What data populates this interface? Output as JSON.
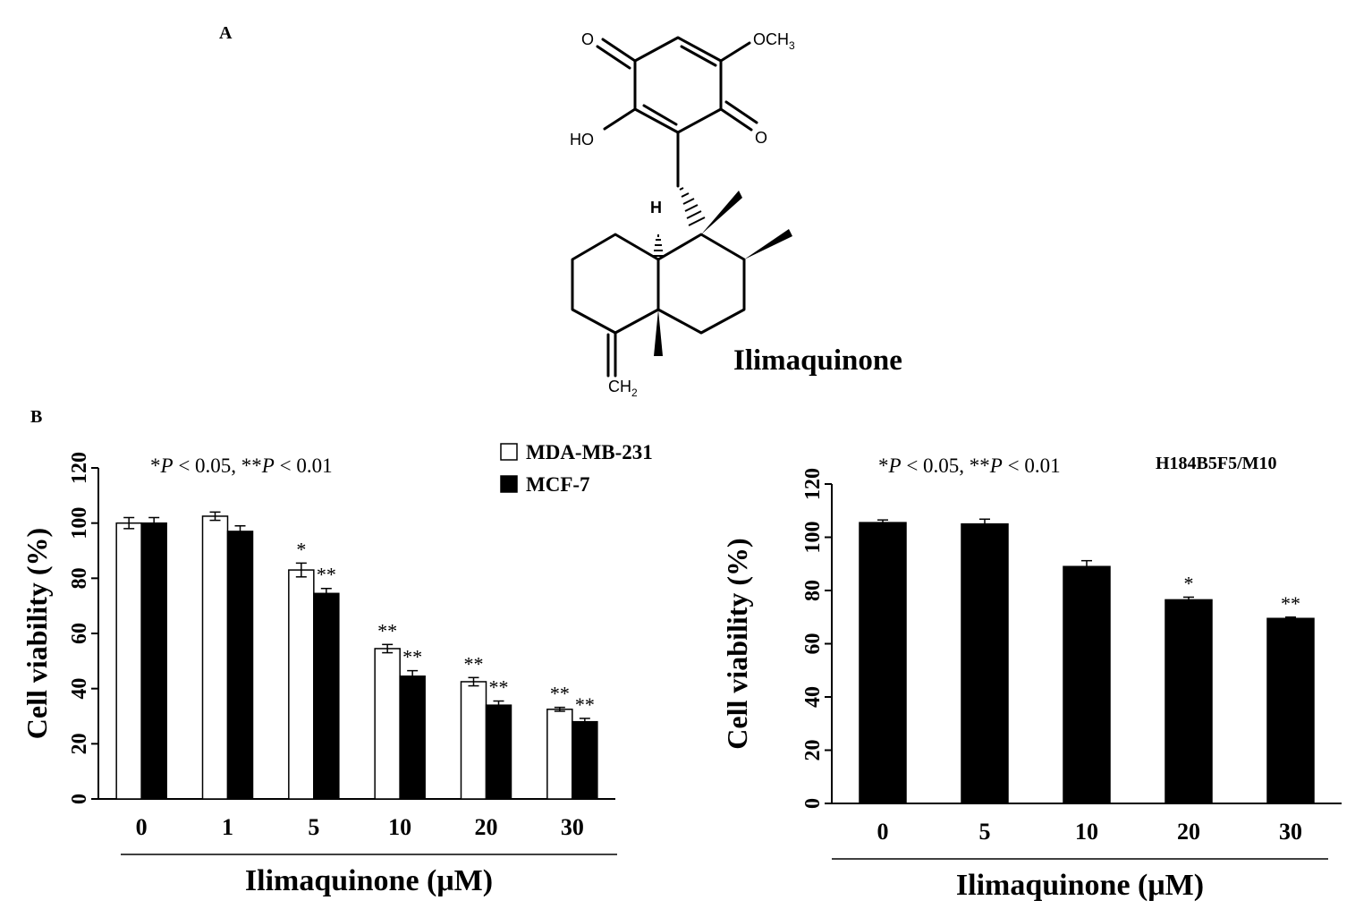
{
  "panels": {
    "a": "A",
    "b": "B"
  },
  "molecule": {
    "name": "Ilimaquinone",
    "atoms": {
      "o_top": "O",
      "och3": "OCH",
      "och3_sub": "3",
      "ho": "HO",
      "o_right": "O",
      "h": "H",
      "ch2": "CH",
      "ch2_sub": "2"
    }
  },
  "colors": {
    "bar_black": "#000000",
    "bar_white": "#ffffff",
    "axis": "#000000"
  },
  "chart_data": [
    {
      "type": "bar",
      "annotation": "*P < 0.05, **P < 0.01",
      "annotation_parts": [
        "*",
        "P",
        " < 0.05, **",
        "P",
        " < 0.01"
      ],
      "xlabel": "Ilimaquinone (μM)",
      "ylabel": "Cell viability (%)",
      "ylim": [
        0,
        120
      ],
      "yticks": [
        0,
        20,
        40,
        60,
        80,
        100,
        120
      ],
      "categories": [
        "0",
        "1",
        "5",
        "10",
        "20",
        "30"
      ],
      "series": [
        {
          "name": "MDA-MB-231",
          "fill": "white",
          "values": [
            100,
            102.5,
            83,
            54.5,
            42.5,
            32.5
          ],
          "errors": [
            2,
            1.5,
            2.5,
            1.5,
            1.5,
            0.7
          ],
          "significance": [
            "",
            "",
            "*",
            "**",
            "**",
            "**"
          ]
        },
        {
          "name": "MCF-7",
          "fill": "black",
          "values": [
            100,
            97,
            74.5,
            44.5,
            34,
            28
          ],
          "errors": [
            2,
            2,
            1.8,
            2,
            1.5,
            1.2
          ],
          "significance": [
            "",
            "",
            "**",
            "**",
            "**",
            "**"
          ]
        }
      ],
      "legend": "top-right",
      "grid": false
    },
    {
      "type": "bar",
      "title": "H184B5F5/M10",
      "annotation": "*P < 0.05, **P < 0.01",
      "annotation_parts": [
        "*",
        "P",
        " < 0.05, **",
        "P",
        " < 0.01"
      ],
      "xlabel": "Ilimaquinone (μM)",
      "ylabel": "Cell viability (%)",
      "ylim": [
        0,
        120
      ],
      "yticks": [
        0,
        20,
        40,
        60,
        80,
        100,
        120
      ],
      "categories": [
        "0",
        "5",
        "10",
        "20",
        "30"
      ],
      "series": [
        {
          "fill": "black",
          "values": [
            105.5,
            105,
            89,
            76.5,
            69.5
          ],
          "errors": [
            1,
            1.8,
            2.2,
            1,
            0.5
          ],
          "significance": [
            "",
            "",
            "",
            "*",
            "**"
          ]
        }
      ],
      "grid": false
    }
  ]
}
